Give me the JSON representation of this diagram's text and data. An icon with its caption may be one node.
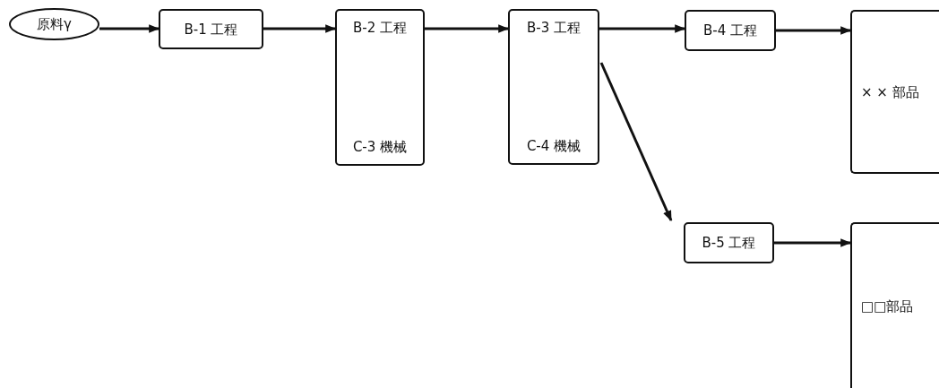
{
  "diagram": {
    "nodes": [
      {
        "text": [
          "原料γ"
        ]
      },
      {
        "text": [
          "B-1 工程"
        ]
      },
      {
        "text": [
          "B-2 工程",
          "C-3 機械"
        ]
      },
      {
        "text": [
          "B-3 工程",
          "C-4 機械"
        ]
      },
      {
        "text": [
          "B-4 工程"
        ]
      },
      {
        "text": [
          "× × 部品"
        ]
      },
      {
        "text": [
          "B-5 工程"
        ]
      },
      {
        "text": [
          "□□部品"
        ]
      }
    ],
    "edges": [
      {
        "from": 0,
        "to": 1,
        "arrow": "to"
      },
      {
        "from": 1,
        "to": 2,
        "arrow": "to"
      },
      {
        "from": 2,
        "to": 3,
        "arrow": "to"
      },
      {
        "from": 3,
        "to": 4,
        "arrow": "to"
      },
      {
        "from": 4,
        "to": 5,
        "arrow": "to"
      },
      {
        "from": 3,
        "to": 6,
        "arrow": "to"
      },
      {
        "from": 6,
        "to": 7,
        "arrow": "to"
      }
    ]
  }
}
